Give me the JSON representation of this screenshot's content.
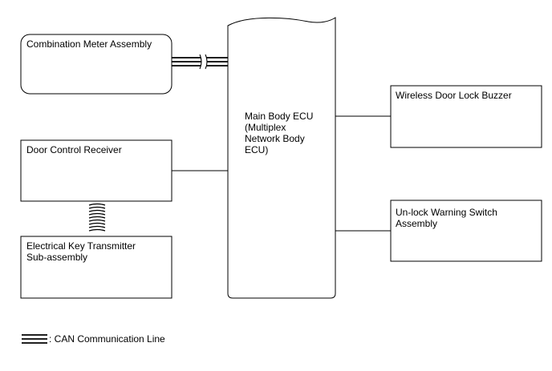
{
  "components": {
    "combination_meter": "Combination Meter Assembly",
    "main_body_ecu": [
      "Main Body ECU",
      "(Multiplex",
      "Network Body",
      "ECU)"
    ],
    "door_control_receiver": "Door Control Receiver",
    "key_transmitter": [
      "Electrical Key Transmitter",
      "Sub-assembly"
    ],
    "wireless_buzzer": "Wireless Door Lock Buzzer",
    "unlock_switch": [
      "Un-lock Warning Switch",
      "Assembly"
    ]
  },
  "legend": {
    "can_line": ": CAN Communication Line"
  }
}
